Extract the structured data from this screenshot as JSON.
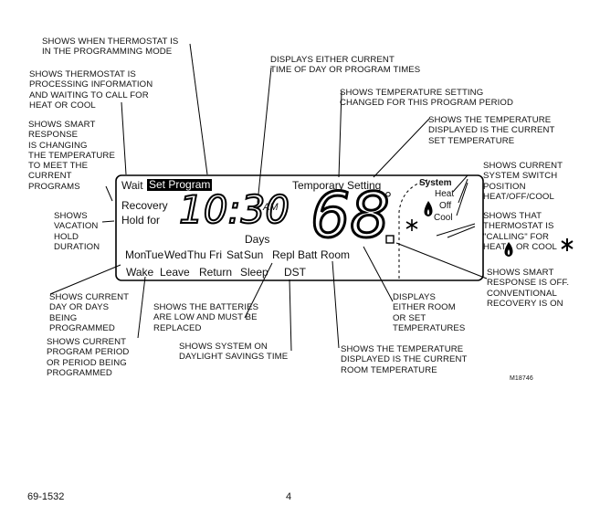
{
  "callouts": {
    "programming_mode": "SHOWS WHEN THERMOSTAT IS\nIN THE PROGRAMMING MODE",
    "processing": "SHOWS THERMOSTAT IS\nPROCESSING INFORMATION\nAND WAITING TO CALL FOR\nHEAT OR COOL",
    "smart_response": "SHOWS SMART\nRESPONSE\nIS CHANGING\nTHE TEMPERATURE\nTO MEET THE\nCURRENT\nPROGRAMS",
    "vacation_hold": "SHOWS\nVACATION\nHOLD\nDURATION",
    "current_day": "SHOWS CURRENT\nDAY OR DAYS\nBEING\nPROGRAMMED",
    "program_period": "SHOWS CURRENT\nPROGRAM PERIOD\nOR PERIOD BEING\nPROGRAMMED",
    "time_display": "DISPLAYS EITHER CURRENT\nTIME OF DAY OR PROGRAM TIMES",
    "temp_setting_changed": "SHOWS TEMPERATURE SETTING\nCHANGED FOR THIS PROGRAM PERIOD",
    "set_temperature": "SHOWS THE TEMPERATURE\nDISPLAYED IS THE CURRENT\nSET TEMPERATURE",
    "system_switch": "SHOWS CURRENT\nSYSTEM SWITCH\nPOSITION\nHEAT/OFF/COOL",
    "calling_a": "SHOWS THAT\nTHERMOSTAT IS\n\"CALLING\" FOR",
    "calling_heat": "HEAT",
    "calling_cool": "OR COOL",
    "smart_off": "SHOWS SMART\nRESPONSE IS OFF.\nCONVENTIONAL\nRECOVERY IS ON",
    "room_or_set": "DISPLAYS\nEITHER ROOM\nOR SET\nTEMPERATURES",
    "batteries": "SHOWS THE BATTERIES\nARE LOW AND MUST BE\nREPLACED",
    "dst": "SHOWS SYSTEM ON\nDAYLIGHT SAVINGS TIME",
    "room_temperature": "SHOWS THE TEMPERATURE\nDISPLAYED IS THE CURRENT\nROOM TEMPERATURE"
  },
  "lcd": {
    "wait": "Wait",
    "set_program": "Set Program",
    "temporary": "Temporary",
    "setting": "Setting",
    "recovery": "Recovery",
    "hold_for": "Hold for",
    "time": "10:30",
    "am": "AM",
    "temperature": "68",
    "degree": "°",
    "days_label": "Days",
    "days": [
      "Mon",
      "Tue",
      "Wed",
      "Thu",
      "Fri",
      "Sat",
      "Sun"
    ],
    "repl_batt": "Repl Batt",
    "room": "Room",
    "periods": [
      "Wake",
      "Leave",
      "Return",
      "Sleep"
    ],
    "dst": "DST",
    "system": "System",
    "heat": "Heat",
    "off": "Off",
    "cool": "Cool"
  },
  "figure_id": "M18746",
  "footer": {
    "doc_number": "69-1532",
    "page_number": "4"
  },
  "icons": [
    "flame-icon",
    "snowflake-icon",
    "square-indicator-icon"
  ]
}
